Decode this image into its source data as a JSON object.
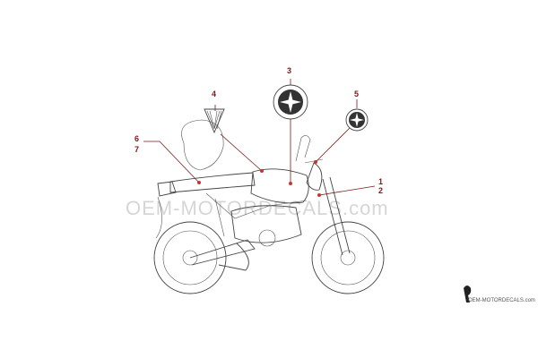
{
  "callouts": [
    {
      "id": "c1",
      "label": "1"
    },
    {
      "id": "c2",
      "label": "2"
    },
    {
      "id": "c3",
      "label": "3"
    },
    {
      "id": "c4",
      "label": "4"
    },
    {
      "id": "c5",
      "label": "5"
    },
    {
      "id": "c6",
      "label": "6"
    },
    {
      "id": "c7",
      "label": "7"
    }
  ],
  "watermark": {
    "text": "OEM-MOTORDECALS.com",
    "brand_text": "OEM-MOTORDECALS.com"
  },
  "colors": {
    "callout": "#7a1b1b",
    "marker": "#c0392b",
    "drawing": "#444444",
    "watermark": "#d6d6d6"
  }
}
